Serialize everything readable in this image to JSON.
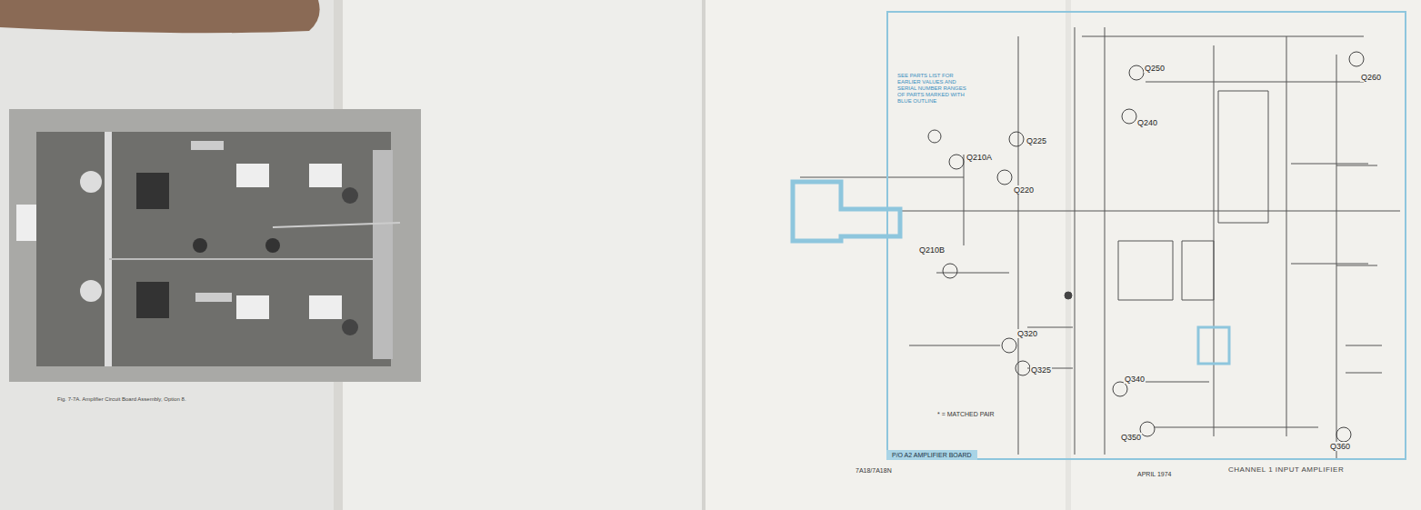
{
  "diagram": {
    "title": "CHANNEL 1 INPUT AMPLIFIER",
    "caption": "Fig. 7-7A. Amplifier Circuit Board Assembly, Option 8.",
    "nodes": [
      {
        "text": [
          "P/O A2 AMPLIFIER BOARD"
        ]
      }
    ],
    "labels": [
      "Q250",
      "Q260",
      "Q240",
      "Q225",
      "Q210A",
      "Q220",
      "Q210B",
      "Q320",
      "Q325",
      "Q340",
      "Q350",
      "Q360",
      "SEE PARTS LIST FOR EARLIER VALUES AND SERIAL NUMBER RANGES OF PARTS MARKED WITH BLUE OUTLINE",
      "* = MATCHED PAIR",
      "7A18/7A18N",
      "APRIL 1974"
    ]
  }
}
